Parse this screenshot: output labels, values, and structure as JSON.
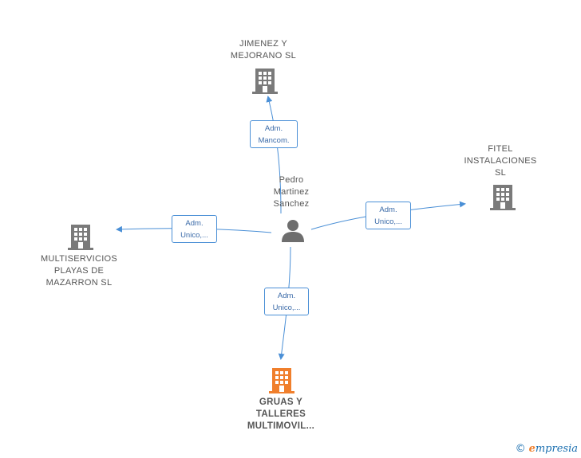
{
  "center": {
    "label": "Pedro\nMartinez\nSanchez"
  },
  "companies": {
    "top": {
      "label": "JIMENEZ Y\nMEJORANO  SL"
    },
    "right": {
      "label": "FITEL\nINSTALACIONES\nSL"
    },
    "left": {
      "label": "MULTISERVICIOS\nPLAYAS DE\nMAZARRON  SL"
    },
    "bottom": {
      "label": "GRUAS Y\nTALLERES\nMULTIMOVIL..."
    }
  },
  "edges": {
    "top": "Adm.\nMancom.",
    "right": "Adm.\nUnico,...",
    "left": "Adm.\nUnico,...",
    "bottom": "Adm.\nUnico,..."
  },
  "colors": {
    "edge": "#4a8fd6",
    "building": "#7a7a7a",
    "highlight": "#f07f2c",
    "person": "#6e6e6e"
  },
  "footer": {
    "copyright": "©",
    "brand_e": "e",
    "brand_rest": "mpresia"
  }
}
